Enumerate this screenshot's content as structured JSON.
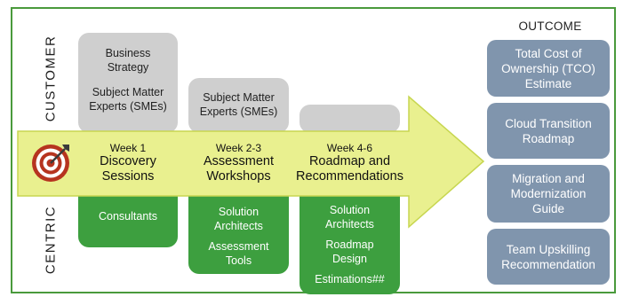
{
  "labels": {
    "customer": "CUSTOMER",
    "centric": "CENTRIC",
    "outcome": "OUTCOME"
  },
  "columns": [
    {
      "top": [
        "Business",
        "Strategy",
        "Subject Matter",
        "Experts (SMEs)"
      ],
      "week": "Week 1",
      "phase": [
        "Discovery",
        "Sessions"
      ],
      "bottom": [
        "Consultants"
      ]
    },
    {
      "top": [
        "Subject Matter",
        "Experts (SMEs)"
      ],
      "week": "Week 2-3",
      "phase": [
        "Assessment",
        "Workshops"
      ],
      "bottom": [
        "Solution",
        "Architects",
        "Assessment",
        "Tools"
      ]
    },
    {
      "top": [],
      "week": "Week 4-6",
      "phase": [
        "Roadmap and",
        "Recommendations"
      ],
      "bottom": [
        "Solution",
        "Architects",
        "Roadmap",
        "Design",
        "Estimations##"
      ]
    }
  ],
  "outcomes": [
    [
      "Total Cost of",
      "Ownership (TCO)",
      "Estimate"
    ],
    [
      "Cloud Transition",
      "Roadmap"
    ],
    [
      "Migration and",
      "Modernization",
      "Guide"
    ],
    [
      "Team Upskilling",
      "Recommendation"
    ]
  ],
  "colors": {
    "border": "#4a9a3c",
    "arrow": "#e9f08f",
    "arrow_stroke": "#c7d650",
    "gray": "#cfcfcf",
    "green": "#3d9f3f",
    "outcome": "#8095ad",
    "target": "#b6341f"
  },
  "icons": [
    "target-icon"
  ]
}
